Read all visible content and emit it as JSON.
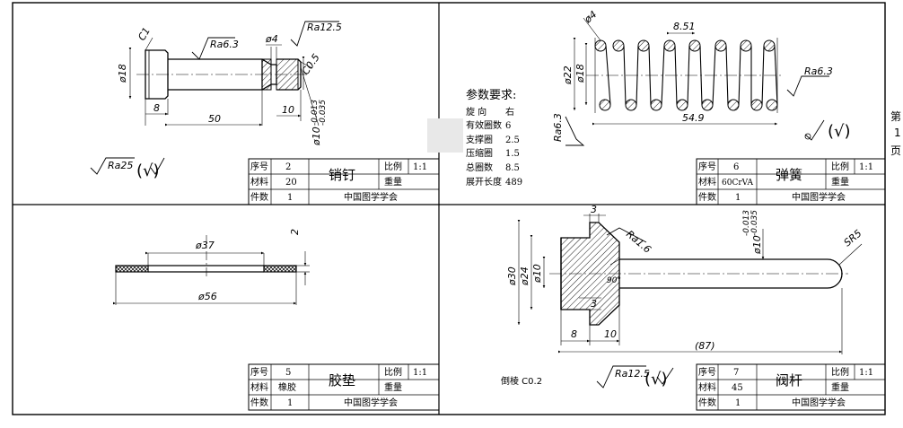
{
  "side_note": {
    "line1": "第",
    "line2": "1",
    "line3": "页"
  },
  "pin": {
    "dims": {
      "c1": "C1",
      "d18": "ø18",
      "d4": "ø4",
      "c05": "C0.5",
      "l8": "8",
      "l50": "50",
      "l10": "10",
      "d10": "ø10",
      "tol_up": "-0.013",
      "tol_dn": "-0.035"
    },
    "rough": {
      "ra63": "Ra6.3",
      "ra125": "Ra12.5",
      "ra25": "Ra25",
      "general": "(√)"
    },
    "title_block": {
      "seq_label": "序号",
      "seq": "2",
      "name": "销钉",
      "scale_label": "比例",
      "scale": "1:1",
      "material_label": "材料",
      "material": "20",
      "weight_label": "重量",
      "qty_label": "件数",
      "qty": "1",
      "org": "中国图学学会"
    }
  },
  "spring": {
    "dims": {
      "d4": "ø4",
      "pitch": "8.51",
      "d22": "ø22",
      "d18": "ø18",
      "len": "54.9",
      "ra63": "Ra6.3",
      "ra63b": "Ra6.3"
    },
    "rough": {
      "general": "(√)"
    },
    "params": {
      "title": "参数要求:",
      "rows": [
        {
          "label": "旋  向",
          "value": "右"
        },
        {
          "label": "有效圈数",
          "value": "6"
        },
        {
          "label": "支撑圈",
          "value": "2.5"
        },
        {
          "label": "压缩圈",
          "value": "1.5"
        },
        {
          "label": "总圈数",
          "value": "8.5"
        },
        {
          "label": "展开长度",
          "value": "489"
        }
      ]
    },
    "title_block": {
      "seq_label": "序号",
      "seq": "6",
      "name": "弹簧",
      "scale_label": "比例",
      "scale": "1:1",
      "material_label": "材料",
      "material": "60CrVA",
      "weight_label": "重量",
      "qty_label": "件数",
      "qty": "1",
      "org": "中国图学学会"
    }
  },
  "gasket": {
    "dims": {
      "d37": "ø37",
      "d56": "ø56",
      "t2": "2"
    },
    "title_block": {
      "seq_label": "序号",
      "seq": "5",
      "name": "胶垫",
      "scale_label": "比例",
      "scale": "1:1",
      "material_label": "材料",
      "material": "橡胶",
      "weight_label": "重量",
      "qty_label": "件数",
      "qty": "1",
      "org": "中国图学学会"
    }
  },
  "valve": {
    "dims": {
      "t3a": "3",
      "ra16": "Ra1.6",
      "d10": "ø10",
      "tol_up": "-0.013",
      "tol_dn": "-0.035",
      "sr5": "SR5",
      "d30": "ø30",
      "d24": "ø24",
      "d10b": "ø10",
      "ang": "90°",
      "t3b": "3",
      "l8": "8",
      "l10": "10",
      "l87": "(87)"
    },
    "note": "倒棱 C0.2",
    "rough": {
      "ra125": "Ra12.5",
      "general": "(√)"
    },
    "title_block": {
      "seq_label": "序号",
      "seq": "7",
      "name": "阀杆",
      "scale_label": "比例",
      "scale": "1:1",
      "material_label": "材料",
      "material": "45",
      "weight_label": "重量",
      "qty_label": "件数",
      "qty": "1",
      "org": "中国图学学会"
    }
  }
}
